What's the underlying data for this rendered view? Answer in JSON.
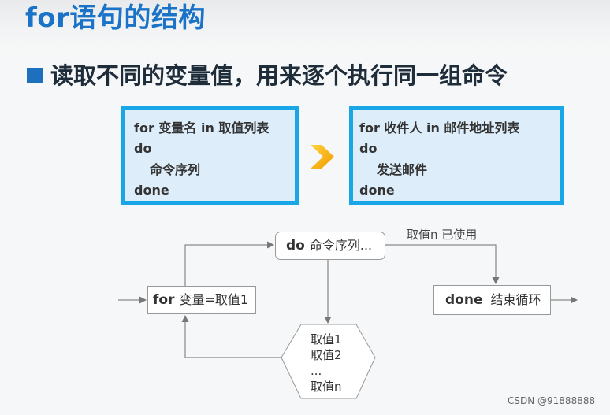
{
  "slide": {
    "title": "for语句的结构",
    "subtitle": "读取不同的变量值，用来逐个执行同一组命令"
  },
  "syntax_box": {
    "line1": "for 变量名 in 取值列表",
    "line2": "do",
    "line3": "命令序列",
    "line4": "done"
  },
  "example_box": {
    "line1": "for 收件人 in 邮件地址列表",
    "line2": "do",
    "line3": "发送邮件",
    "line4": "done"
  },
  "flowchart": {
    "for_keyword": "for",
    "for_text": "变量=取值1",
    "do_keyword": "do",
    "do_text": "命令序列...",
    "done_keyword": "done",
    "done_text": "结束循环",
    "used_label": "取值n 已使用",
    "values": [
      "取值1",
      "取值2",
      "...",
      "取值n"
    ]
  },
  "watermark": "CSDN @91888888",
  "colors": {
    "title": "#1a73c7",
    "box_border": "#18a6e6",
    "box_fill": "#ddeefa",
    "chevron": "#f5a800"
  },
  "icons": {
    "bullet": "square-bullet-icon",
    "transition": "chevron-right-icon"
  }
}
